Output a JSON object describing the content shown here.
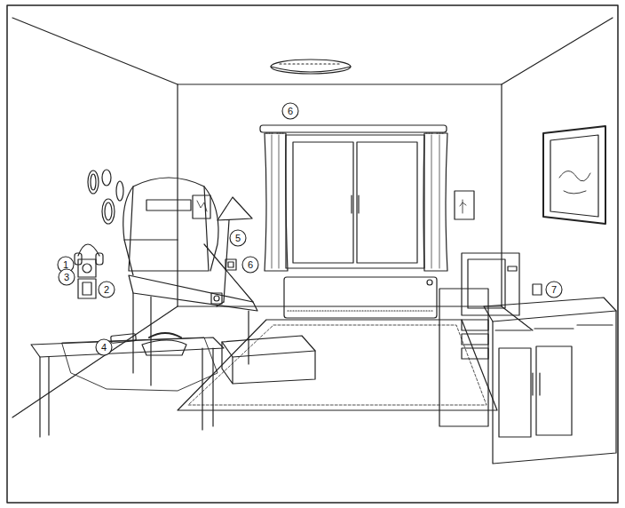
{
  "diagram": {
    "labels": [
      "1",
      "2",
      "3",
      "4",
      "5",
      "6",
      "6",
      "7"
    ]
  }
}
